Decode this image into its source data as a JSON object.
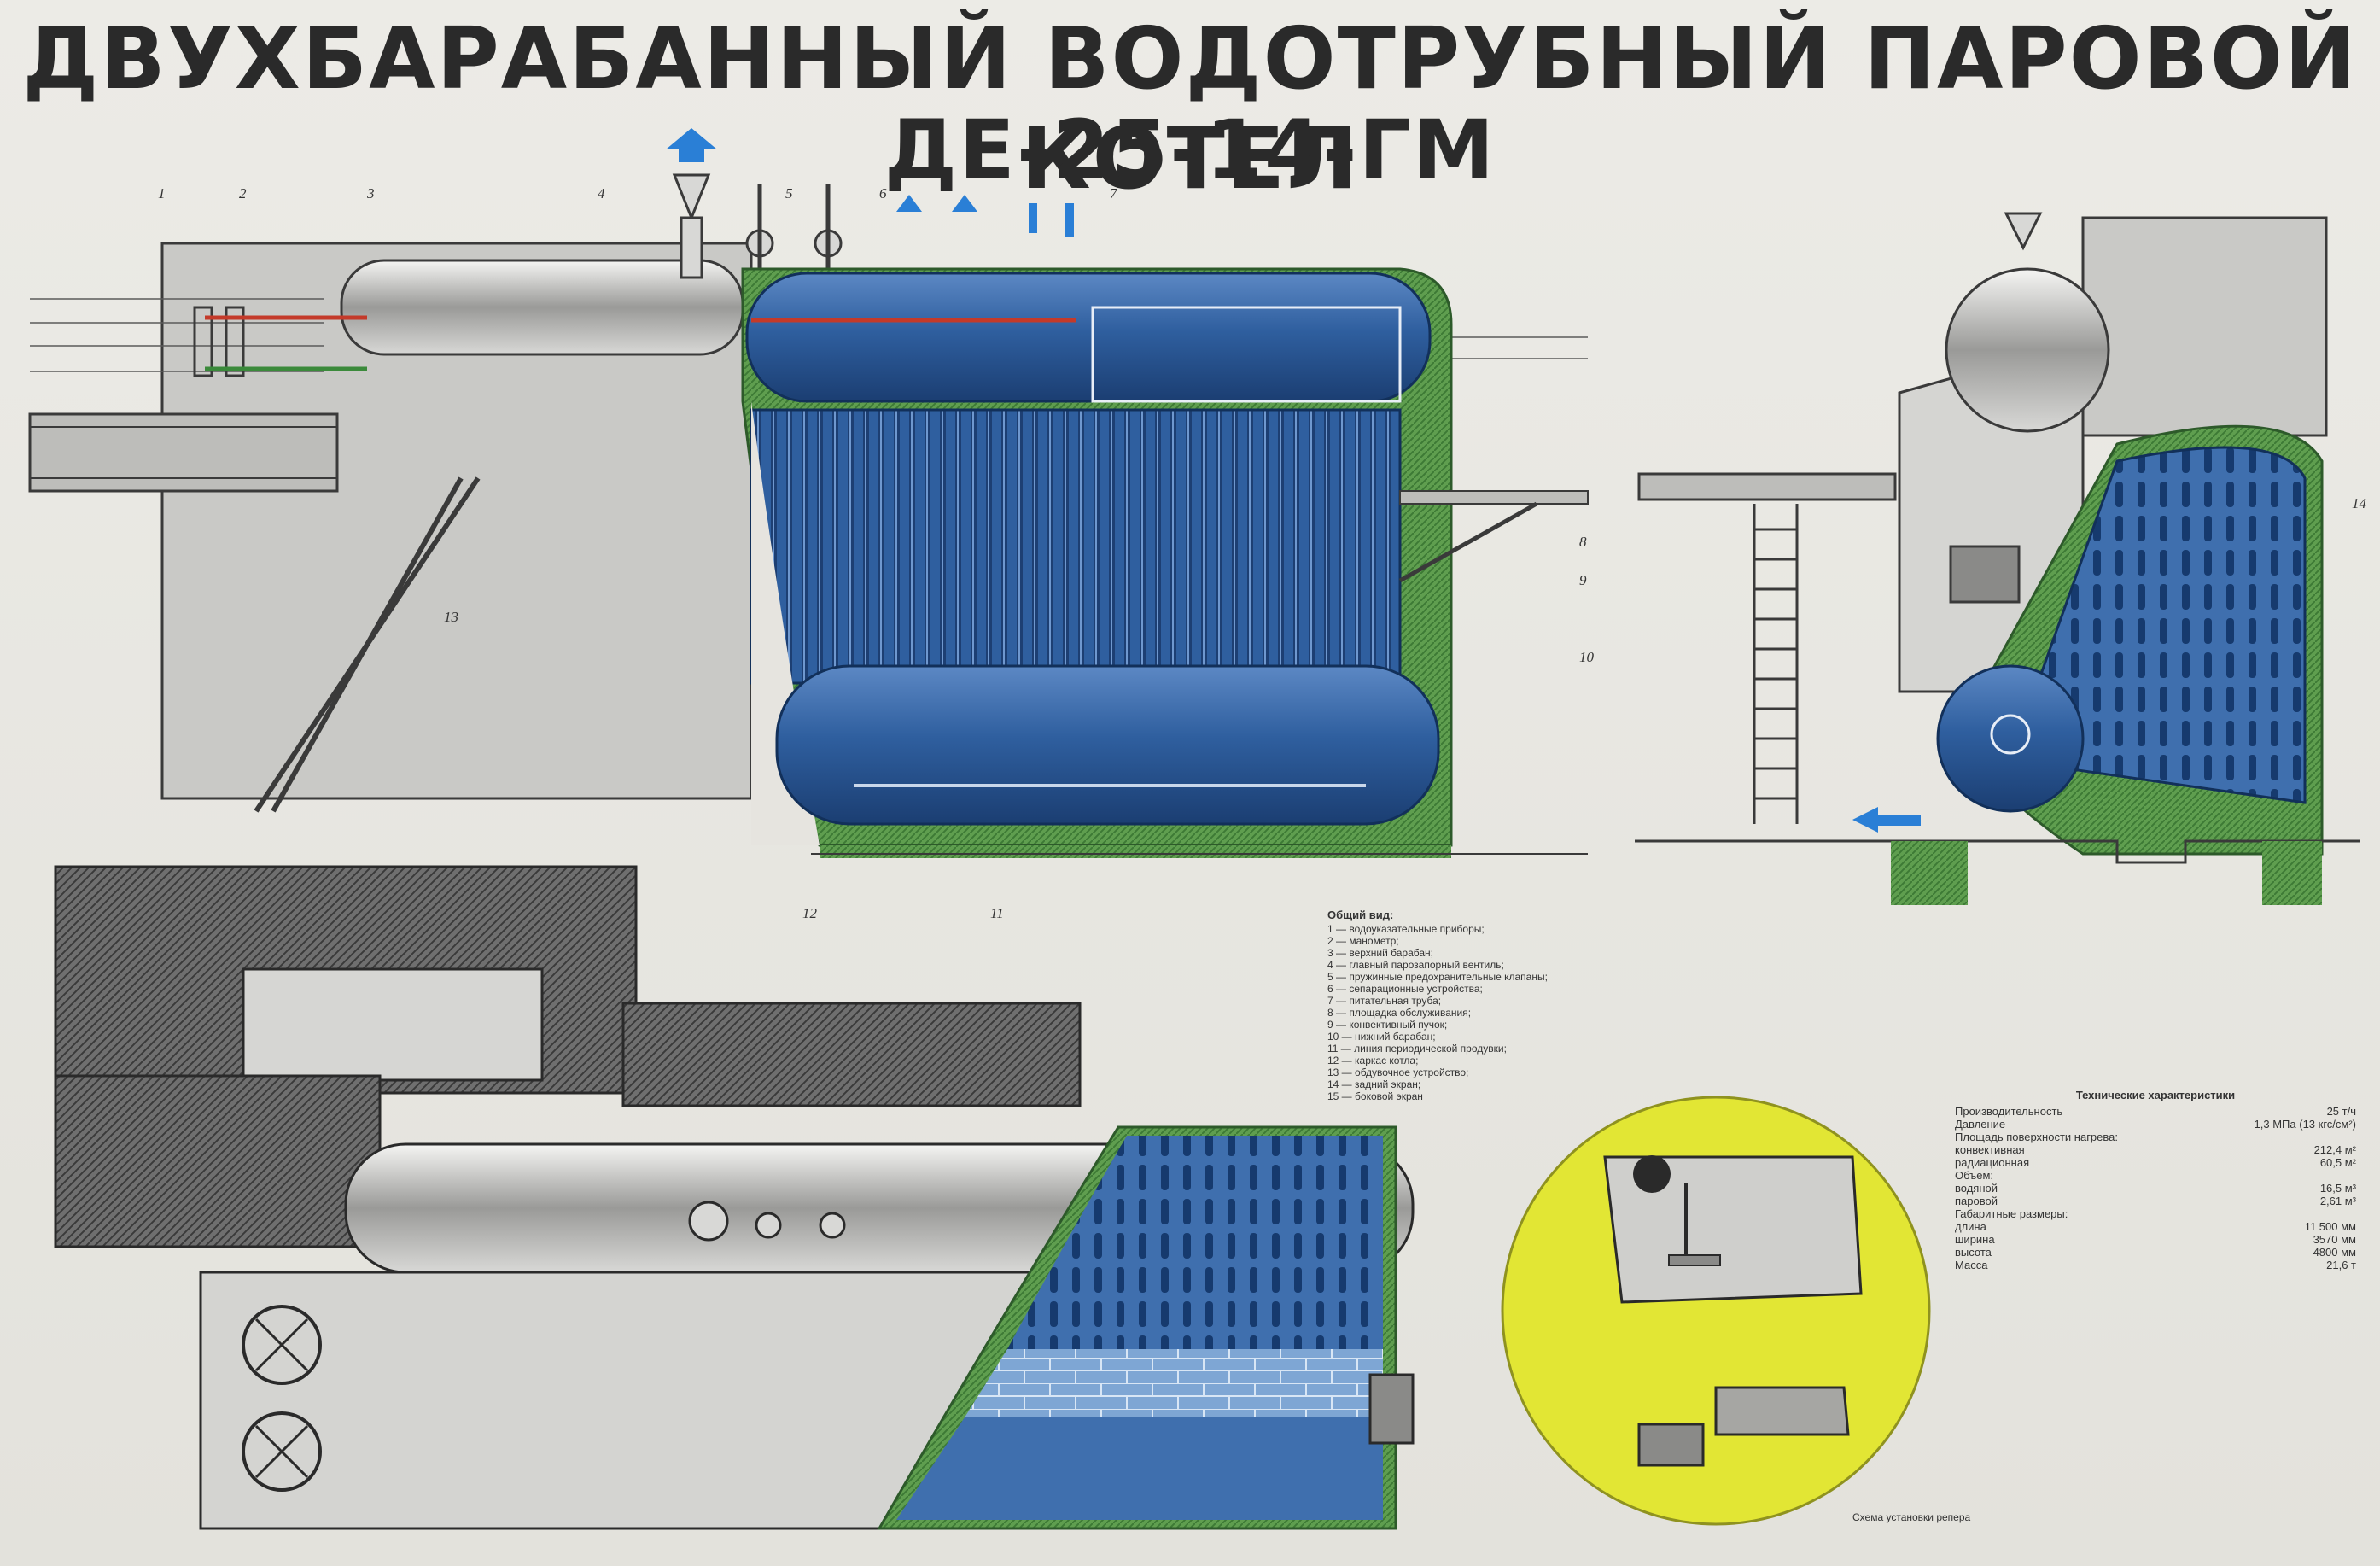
{
  "title": {
    "line1": "ДВУХБАРАБАННЫЙ ВОДОТРУБНЫЙ ПАРОВОЙ КОТЕЛ",
    "line2": "ДЕ-25-14-ГМ"
  },
  "callouts": [
    "1",
    "2",
    "3",
    "4",
    "5",
    "6",
    "7",
    "8",
    "9",
    "10",
    "11",
    "12",
    "13",
    "14"
  ],
  "legend": {
    "title": "Общий вид:",
    "items": [
      "1 — водоуказательные приборы;",
      "2 — манометр;",
      "3 — верхний барабан;",
      "4 — главный парозапорный вентиль;",
      "5 — пружинные предохранительные клапаны;",
      "6 — сепарационные устройства;",
      "7 — питательная труба;",
      "8 — площадка обслуживания;",
      "9 — конвективный пучок;",
      "10 — нижний барабан;",
      "11 — линия периодической продувки;",
      "12 — каркас котла;",
      "13 — обдувочное устройство;",
      "14 — задний экран;",
      "15 — боковой экран"
    ]
  },
  "specs": {
    "title": "Технические характеристики",
    "rows": [
      {
        "label": "Производительность",
        "value": "25 т/ч"
      },
      {
        "label": "Давление",
        "value": "1,3 МПа (13 кгс/см²)"
      },
      {
        "label": "Площадь поверхности нагрева:",
        "value": ""
      },
      {
        "label": "    конвективная",
        "value": "212,4 м²"
      },
      {
        "label": "    радиационная",
        "value": "60,5 м²"
      },
      {
        "label": "Объем:",
        "value": ""
      },
      {
        "label": "    водяной",
        "value": "16,5 м³"
      },
      {
        "label": "    паровой",
        "value": "2,61 м³"
      },
      {
        "label": "Габаритные размеры:",
        "value": ""
      },
      {
        "label": "    длина",
        "value": "11 500 мм"
      },
      {
        "label": "    ширина",
        "value": "3570 мм"
      },
      {
        "label": "    высота",
        "value": "4800 мм"
      },
      {
        "label": "Масса",
        "value": "21,6 т"
      }
    ]
  },
  "caption": "Схема установки репера",
  "colors": {
    "background": "#e6e4df",
    "drum_blue": "#2f5f9f",
    "insulation_green": "#5f9e4f",
    "accent_yellow": "#e2e634",
    "arrow_blue": "#2a7fd6",
    "line_dark": "#3a3a3a"
  }
}
